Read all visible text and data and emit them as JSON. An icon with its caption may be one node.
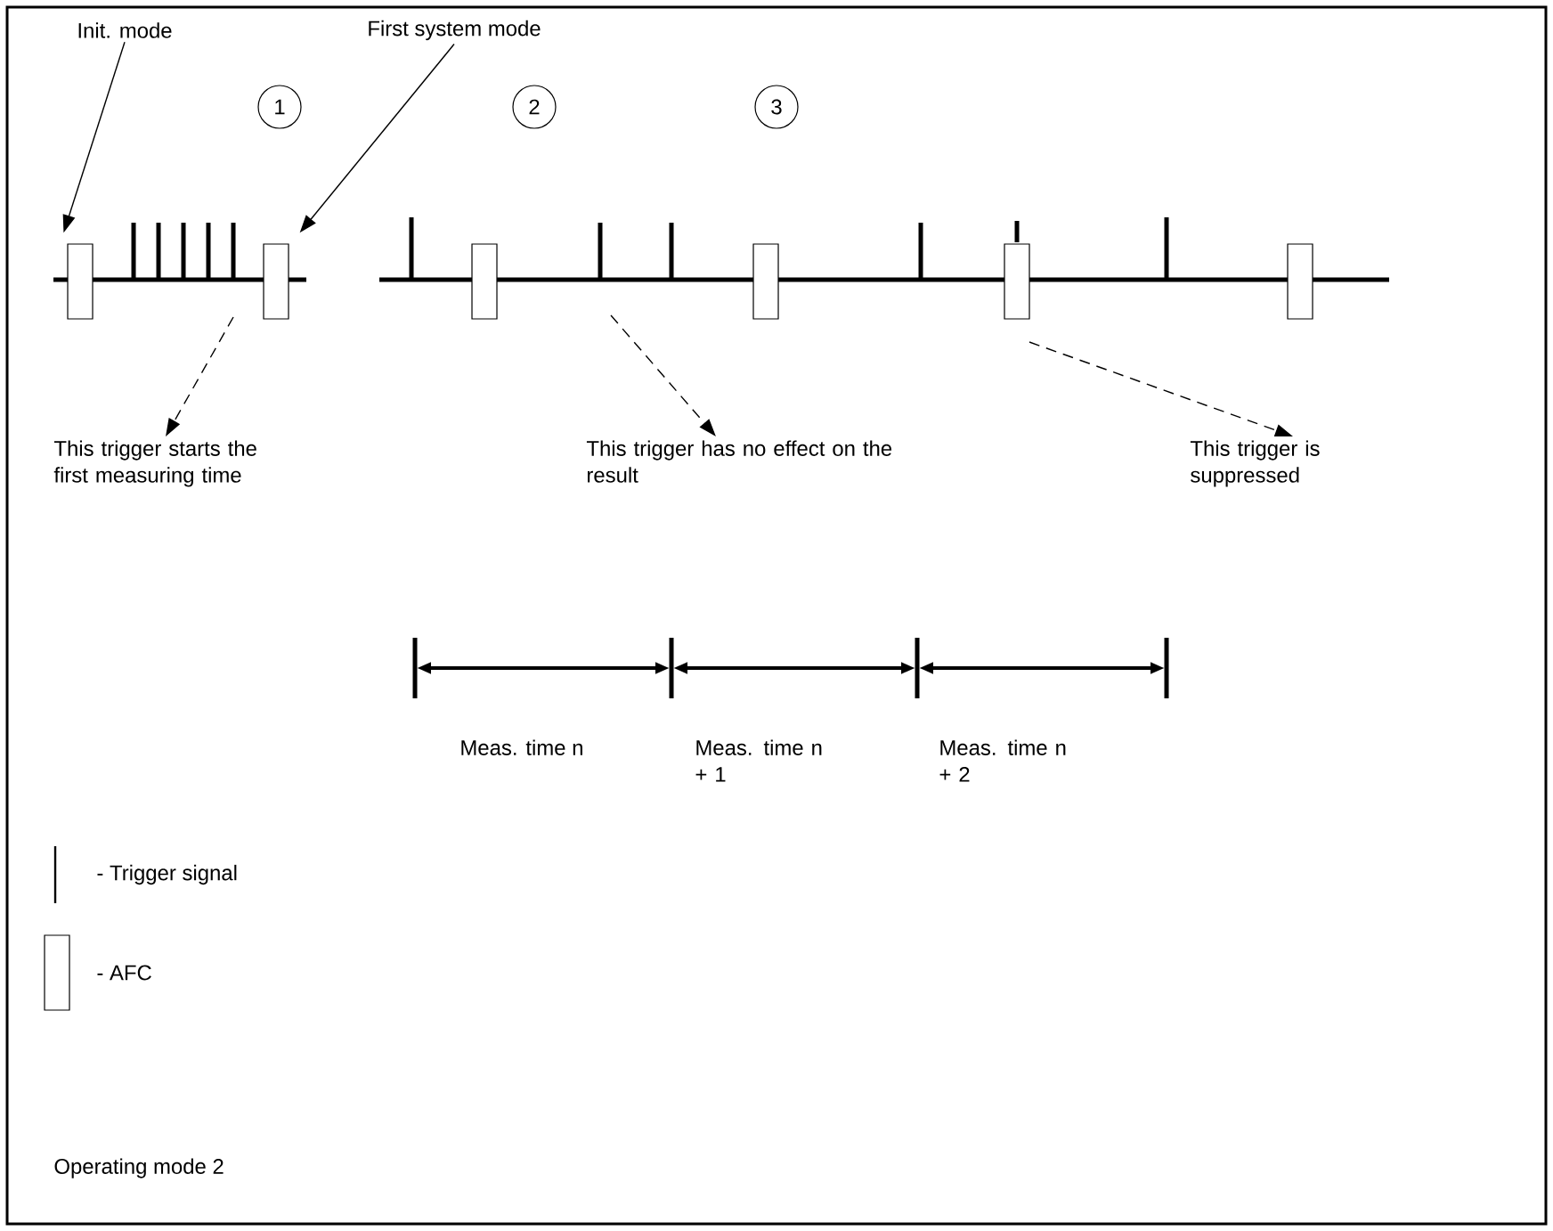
{
  "diagram": {
    "nodes": [
      {
        "text": [
          "Init. mode"
        ]
      },
      {
        "text": [
          "First system mode"
        ]
      },
      {
        "text": [
          "1"
        ]
      },
      {
        "text": [
          "2"
        ]
      },
      {
        "text": [
          "3"
        ]
      },
      {
        "text": [],
        "shape": "box"
      },
      {
        "text": [],
        "shape": "box"
      },
      {
        "text": [],
        "shape": "box"
      },
      {
        "text": [],
        "shape": "box"
      },
      {
        "text": [],
        "shape": "box"
      },
      {
        "text": [],
        "shape": "box"
      },
      {
        "text": [
          "This trigger starts the first measuring time"
        ]
      },
      {
        "text": [
          "This trigger has no effect on the result"
        ]
      },
      {
        "text": [
          "This trigger is suppressed"
        ]
      }
    ],
    "edges": [
      {
        "from": 0,
        "to": 5,
        "arrow": "to"
      },
      {
        "from": 1,
        "to": 6,
        "arrow": "to"
      },
      {
        "from": null,
        "to": 11,
        "arrow": "to",
        "style": "dashed"
      },
      {
        "from": null,
        "to": 12,
        "arrow": "to",
        "style": "dashed"
      },
      {
        "from": null,
        "to": 13,
        "arrow": "to",
        "style": "dashed"
      }
    ],
    "labels": [
      "Meas. time n",
      "Meas. time n + 1",
      "Meas. time n + 2",
      "Operating mode 2"
    ],
    "legend": [
      {
        "text": "- Trigger signal"
      },
      {
        "text": "- AFC"
      }
    ]
  }
}
